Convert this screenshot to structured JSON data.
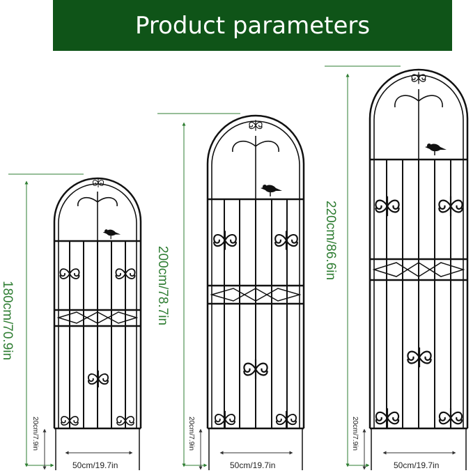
{
  "header": {
    "title": "Product parameters",
    "bg_color": "#0f5418",
    "text_color": "#ffffff"
  },
  "accent_color": "#2e7d32",
  "trellises": [
    {
      "height_label": "180cm/70.9in",
      "leg_label": "20cm/7.9in",
      "width_label": "50cm/19.7in"
    },
    {
      "height_label": "200cm/78.7in",
      "leg_label": "20cm/7.9in",
      "width_label": "50cm/19.7in"
    },
    {
      "height_label": "220cm/86.6in",
      "leg_label": "20cm/7.9in",
      "width_label": "50cm/19.7in"
    }
  ]
}
